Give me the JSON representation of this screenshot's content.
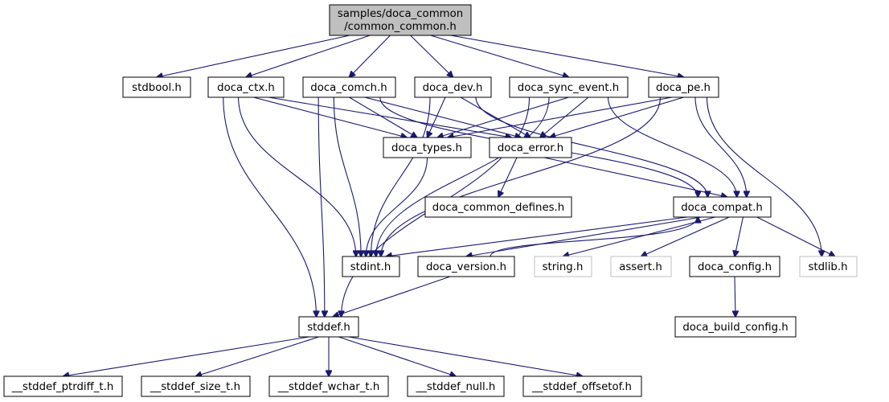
{
  "diagram": {
    "title": "Include dependency graph for samples/doca_common/common_common.h",
    "colors": {
      "edge": "#191970",
      "root_fill": "#bfbfbf",
      "node_border": "#000000",
      "external_border": "#bfbfbf"
    },
    "nodes": [
      {
        "id": "root",
        "lines": [
          "samples/doca_common",
          "/common_common.h"
        ],
        "kind": "root"
      },
      {
        "id": "stdbool",
        "lines": [
          "stdbool.h"
        ],
        "kind": "normal"
      },
      {
        "id": "doca_ctx",
        "lines": [
          "doca_ctx.h"
        ],
        "kind": "normal"
      },
      {
        "id": "doca_comch",
        "lines": [
          "doca_comch.h"
        ],
        "kind": "normal"
      },
      {
        "id": "doca_dev",
        "lines": [
          "doca_dev.h"
        ],
        "kind": "normal"
      },
      {
        "id": "doca_sync_event",
        "lines": [
          "doca_sync_event.h"
        ],
        "kind": "normal"
      },
      {
        "id": "doca_pe",
        "lines": [
          "doca_pe.h"
        ],
        "kind": "normal"
      },
      {
        "id": "doca_types",
        "lines": [
          "doca_types.h"
        ],
        "kind": "normal"
      },
      {
        "id": "doca_error",
        "lines": [
          "doca_error.h"
        ],
        "kind": "normal"
      },
      {
        "id": "doca_common_defines",
        "lines": [
          "doca_common_defines.h"
        ],
        "kind": "normal"
      },
      {
        "id": "doca_compat",
        "lines": [
          "doca_compat.h"
        ],
        "kind": "normal"
      },
      {
        "id": "stdint",
        "lines": [
          "stdint.h"
        ],
        "kind": "normal"
      },
      {
        "id": "doca_version",
        "lines": [
          "doca_version.h"
        ],
        "kind": "normal"
      },
      {
        "id": "string",
        "lines": [
          "string.h"
        ],
        "kind": "external"
      },
      {
        "id": "assert",
        "lines": [
          "assert.h"
        ],
        "kind": "external"
      },
      {
        "id": "doca_config",
        "lines": [
          "doca_config.h"
        ],
        "kind": "normal"
      },
      {
        "id": "stdlib",
        "lines": [
          "stdlib.h"
        ],
        "kind": "external"
      },
      {
        "id": "stddef",
        "lines": [
          "stddef.h"
        ],
        "kind": "normal"
      },
      {
        "id": "doca_build_config",
        "lines": [
          "doca_build_config.h"
        ],
        "kind": "normal"
      },
      {
        "id": "stddef_ptrdiff_t",
        "lines": [
          "__stddef_ptrdiff_t.h"
        ],
        "kind": "normal"
      },
      {
        "id": "stddef_size_t",
        "lines": [
          "__stddef_size_t.h"
        ],
        "kind": "normal"
      },
      {
        "id": "stddef_wchar_t",
        "lines": [
          "__stddef_wchar_t.h"
        ],
        "kind": "normal"
      },
      {
        "id": "stddef_null",
        "lines": [
          "__stddef_null.h"
        ],
        "kind": "normal"
      },
      {
        "id": "stddef_offsetof",
        "lines": [
          "__stddef_offsetof.h"
        ],
        "kind": "normal"
      }
    ],
    "edges": [
      {
        "from": "root",
        "to": "stdbool"
      },
      {
        "from": "root",
        "to": "doca_ctx"
      },
      {
        "from": "root",
        "to": "doca_comch"
      },
      {
        "from": "root",
        "to": "doca_dev"
      },
      {
        "from": "root",
        "to": "doca_sync_event"
      },
      {
        "from": "root",
        "to": "doca_pe"
      },
      {
        "from": "doca_ctx",
        "to": "doca_types"
      },
      {
        "from": "doca_ctx",
        "to": "doca_error"
      },
      {
        "from": "doca_ctx",
        "to": "stdint"
      },
      {
        "from": "doca_ctx",
        "to": "stddef"
      },
      {
        "from": "doca_comch",
        "to": "doca_types"
      },
      {
        "from": "doca_comch",
        "to": "doca_error"
      },
      {
        "from": "doca_comch",
        "to": "doca_compat"
      },
      {
        "from": "doca_comch",
        "to": "stdint"
      },
      {
        "from": "doca_comch",
        "to": "stddef"
      },
      {
        "from": "doca_dev",
        "to": "doca_types"
      },
      {
        "from": "doca_dev",
        "to": "doca_error"
      },
      {
        "from": "doca_dev",
        "to": "doca_compat"
      },
      {
        "from": "doca_dev",
        "to": "stdint"
      },
      {
        "from": "doca_sync_event",
        "to": "doca_types"
      },
      {
        "from": "doca_sync_event",
        "to": "doca_error"
      },
      {
        "from": "doca_sync_event",
        "to": "doca_compat"
      },
      {
        "from": "doca_sync_event",
        "to": "stdint"
      },
      {
        "from": "doca_sync_event",
        "to": "stddef"
      },
      {
        "from": "doca_pe",
        "to": "doca_types"
      },
      {
        "from": "doca_pe",
        "to": "doca_error"
      },
      {
        "from": "doca_pe",
        "to": "doca_compat"
      },
      {
        "from": "doca_pe",
        "to": "stdint"
      },
      {
        "from": "doca_pe",
        "to": "stdlib"
      },
      {
        "from": "doca_types",
        "to": "stdint"
      },
      {
        "from": "doca_error",
        "to": "doca_common_defines"
      },
      {
        "from": "doca_error",
        "to": "doca_compat"
      },
      {
        "from": "doca_compat",
        "to": "stdint"
      },
      {
        "from": "doca_compat",
        "to": "doca_version"
      },
      {
        "from": "doca_compat",
        "to": "string"
      },
      {
        "from": "doca_compat",
        "to": "assert"
      },
      {
        "from": "doca_compat",
        "to": "doca_config"
      },
      {
        "from": "doca_compat",
        "to": "stdlib"
      },
      {
        "from": "doca_version",
        "to": "doca_compat"
      },
      {
        "from": "doca_version",
        "to": "stddef"
      },
      {
        "from": "doca_config",
        "to": "doca_build_config"
      },
      {
        "from": "stddef",
        "to": "stddef_ptrdiff_t"
      },
      {
        "from": "stddef",
        "to": "stddef_size_t"
      },
      {
        "from": "stddef",
        "to": "stddef_wchar_t"
      },
      {
        "from": "stddef",
        "to": "stddef_null"
      },
      {
        "from": "stddef",
        "to": "stddef_offsetof"
      }
    ]
  }
}
